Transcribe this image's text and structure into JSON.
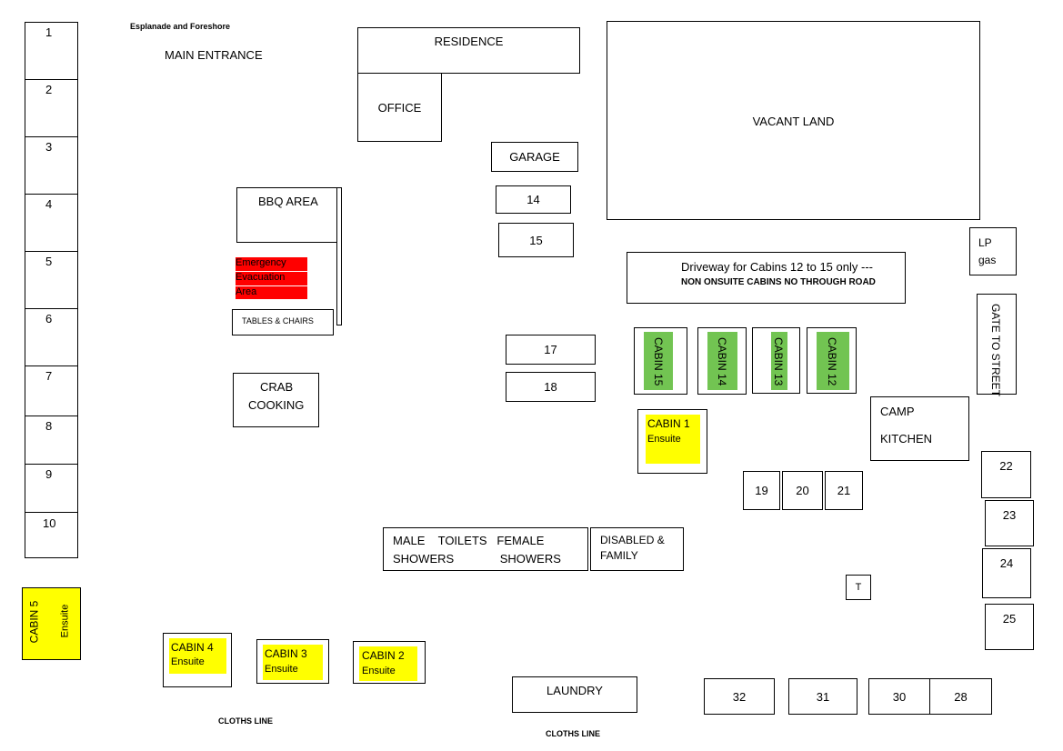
{
  "header": {
    "esplanade": "Esplanade and Foreshore",
    "main_entrance": "MAIN ENTRANCE"
  },
  "left_sites": [
    "1",
    "2",
    "3",
    "4",
    "5",
    "6",
    "7",
    "8",
    "9",
    "10"
  ],
  "buildings": {
    "residence": "RESIDENCE",
    "office": "OFFICE",
    "garage": "GARAGE",
    "vacant_land": "VACANT LAND",
    "lp_gas_line1": "LP",
    "lp_gas_line2": "gas",
    "gate": "GATE TO STREET",
    "camp_kitchen_line1": "CAMP",
    "camp_kitchen_line2": "KITCHEN",
    "bbq_area": "BBQ AREA",
    "tables_chairs": "TABLES & CHAIRS",
    "crab_line1": "CRAB",
    "crab_line2": "COOKING",
    "toilets_line1": "MALE    TOILETS   FEMALE",
    "toilets_line2": "SHOWERS              SHOWERS",
    "disabled_line1": "DISABLED &",
    "disabled_line2": "FAMILY",
    "laundry": "LAUNDRY",
    "t_box": "T",
    "cloths_line_1": "CLOTHS LINE",
    "cloths_line_2": "CLOTHS LINE"
  },
  "emergency": [
    "Emergency",
    "Evacuation",
    "Area"
  ],
  "driveway": {
    "line1": "Driveway for Cabins 12 to 15 only ---",
    "line2": "NON ONSUITE CABINS  NO THROUGH ROAD"
  },
  "sites": {
    "s14": "14",
    "s15": "15",
    "s17": "17",
    "s18": "18",
    "s19": "19",
    "s20": "20",
    "s21": "21",
    "s22": "22",
    "s23": "23",
    "s24": "24",
    "s25": "25",
    "s32": "32",
    "s31": "31",
    "s30": "30",
    "s28": "28"
  },
  "cabins": {
    "cabin15": "CABIN 15",
    "cabin14": "CABIN 14",
    "cabin13": "CABIN 13",
    "cabin12": "CABIN 12",
    "cabin1": "CABIN 1",
    "cabin2": "CABIN 2",
    "cabin3": "CABIN 3",
    "cabin4": "CABIN 4",
    "cabin5": "CABIN 5",
    "ensuite": "Ensuite"
  },
  "colors": {
    "ensuite_cabin": "#ffff00",
    "non_ensuite_cabin": "#72c452",
    "emergency_area": "#ff0000"
  }
}
